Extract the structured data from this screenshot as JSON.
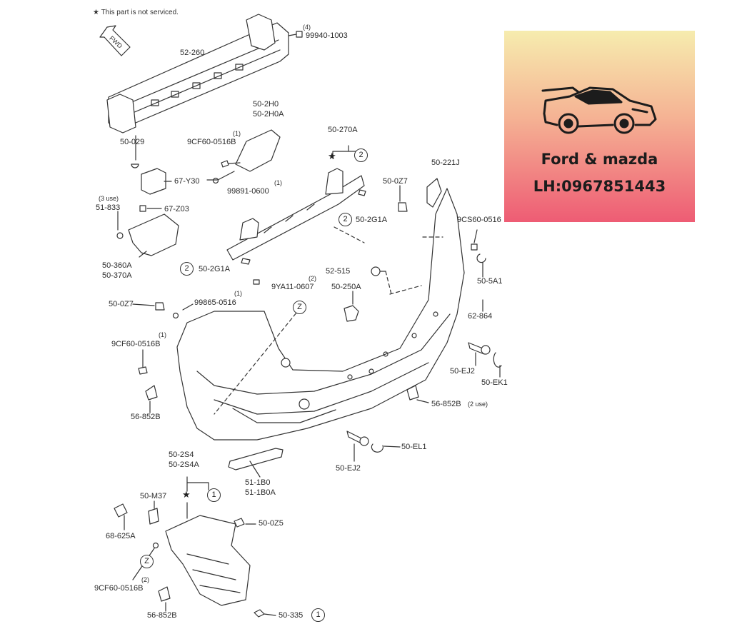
{
  "note": {
    "star": "★",
    "text": "This part is not serviced."
  },
  "fwd_label": "FWD",
  "labels": {
    "p99940_1003": "99940-1003",
    "q4": "(4)",
    "p52_260": "52-260",
    "p50_2h0": "50-2H0",
    "p50_2h0a": "50-2H0A",
    "q1a": "(1)",
    "p9cf60_0516b_top": "9CF60-0516B",
    "p50_029": "50-029",
    "p67_y30": "67-Y30",
    "q1b": "(1)",
    "p99891_0600": "99891-0600",
    "p3use": "(3 use)",
    "p51_833": "51-833",
    "p67_z03": "67-Z03",
    "p50_270a": "50-270A",
    "p50_0z7_top": "50-0Z7",
    "p50_221j": "50-221J",
    "p9cs60_0516": "9CS60-0516",
    "p50_2g1a_r": "50-2G1A",
    "p50_360a": "50-360A",
    "p50_370a": "50-370A",
    "p50_2g1a_l": "50-2G1A",
    "p52_515": "52-515",
    "p50_5a1": "50-5A1",
    "q2a": "(2)",
    "p9ya11_0607": "9YA11-0607",
    "p50_250a": "50-250A",
    "q1c": "(1)",
    "p99865_0516": "99865-0516",
    "p50_0z7_mid": "50-0Z7",
    "p62_864": "62-864",
    "q1d": "(1)",
    "p9cf60_0516b_mid": "9CF60-0516B",
    "p50_ej2_r": "50-EJ2",
    "p50_ek1": "50-EK1",
    "p56_852b_l": "56-852B",
    "p56_852b_r": "56-852B",
    "p2use": "(2 use)",
    "p50_el1": "50-EL1",
    "p50_2s4": "50-2S4",
    "p50_2s4a": "50-2S4A",
    "p50_ej2_b": "50-EJ2",
    "p51_1b0": "51-1B0",
    "p51_1b0a": "51-1B0A",
    "p50_m37": "50-M37",
    "p50_0z5": "50-0Z5",
    "p68_625a": "68-625A",
    "q2b": "(2)",
    "p9cf60_0516b_bot": "9CF60-0516B",
    "p56_852b_b": "56-852B",
    "p50_335": "50-335"
  },
  "callouts": {
    "one": "1",
    "two": "2",
    "z": "Z",
    "star": "★"
  },
  "banner": {
    "title": "Ford & mazda",
    "phone": "LH:0967851443",
    "car_icon": "sports-car-icon",
    "gradient_top": "#f6ecae",
    "gradient_bottom": "#ee5c74"
  }
}
